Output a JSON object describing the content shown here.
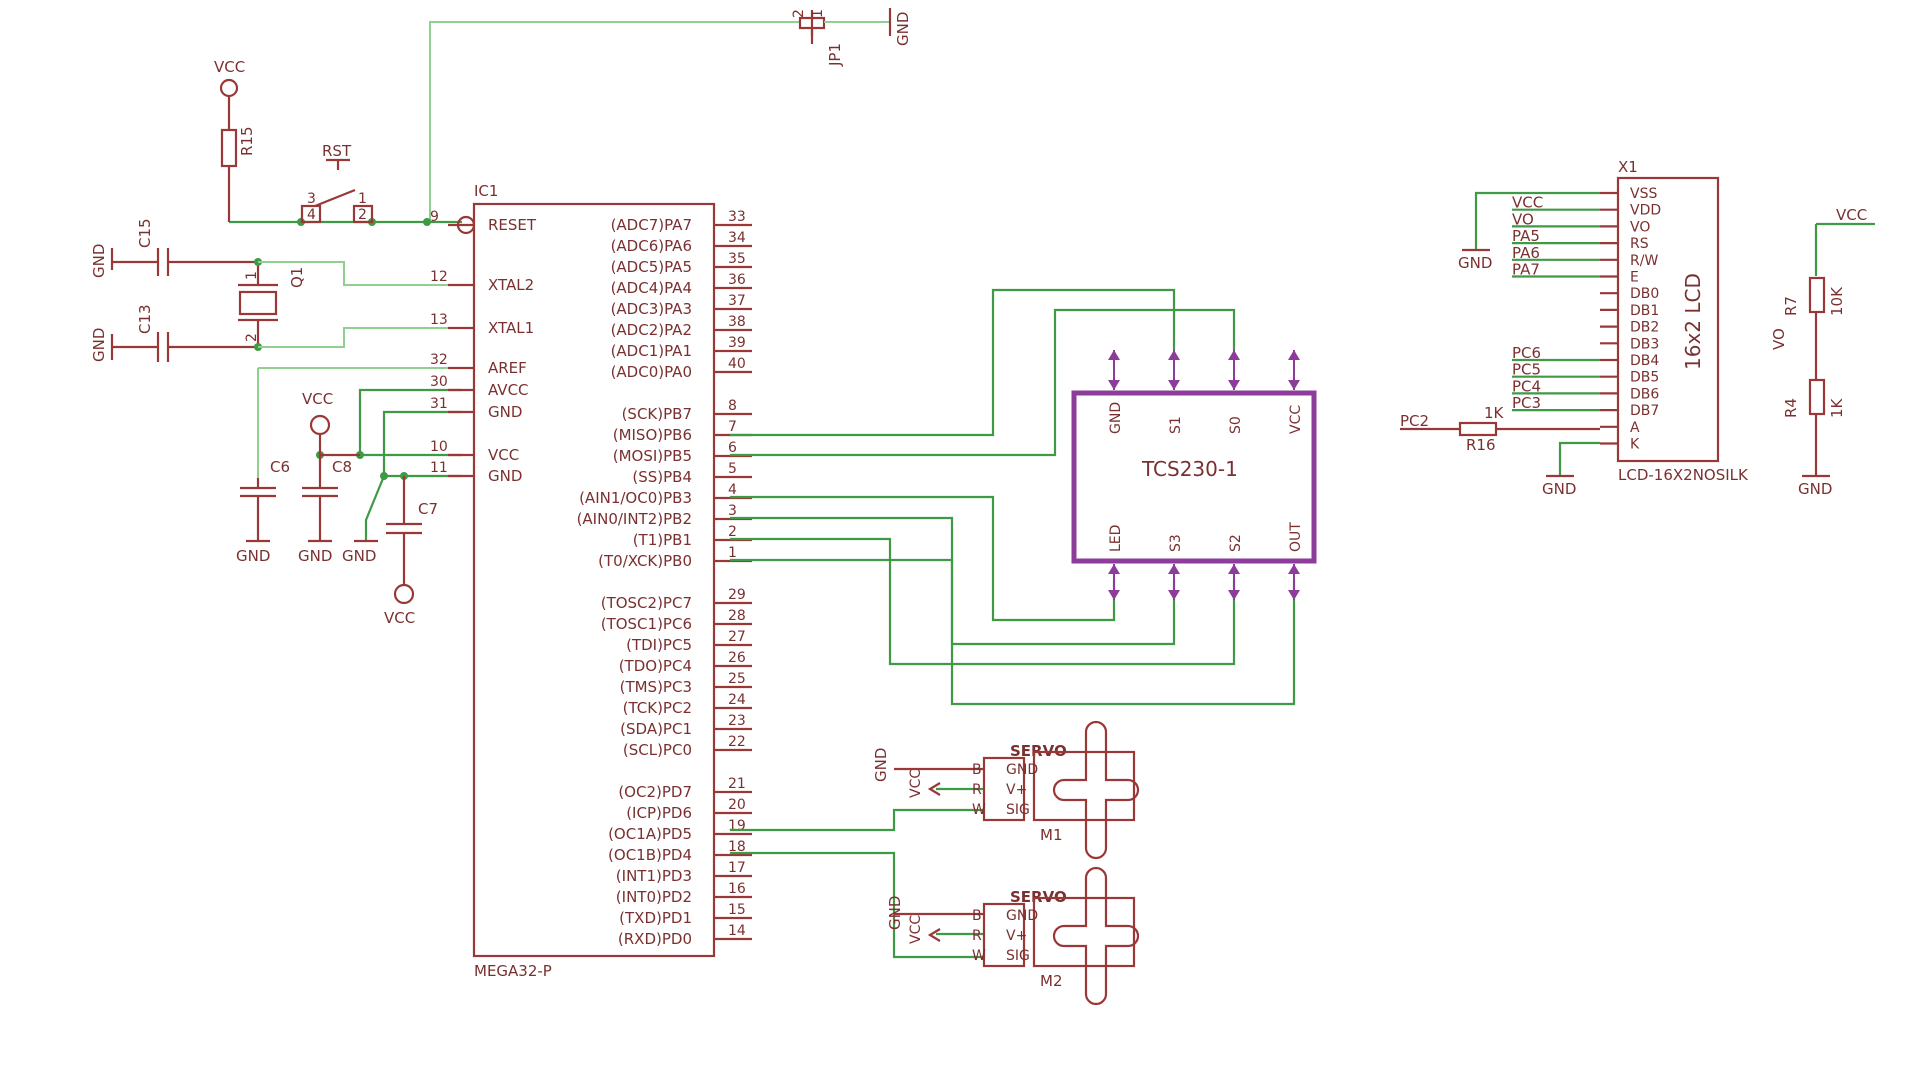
{
  "mcu": {
    "ref": "IC1",
    "part": "MEGA32-P",
    "left_pins": [
      {
        "num": "9",
        "name": "RESET"
      },
      {
        "num": "12",
        "name": "XTAL2"
      },
      {
        "num": "13",
        "name": "XTAL1"
      },
      {
        "num": "32",
        "name": "AREF"
      },
      {
        "num": "30",
        "name": "AVCC"
      },
      {
        "num": "31",
        "name": "GND"
      },
      {
        "num": "10",
        "name": "VCC"
      },
      {
        "num": "11",
        "name": "GND"
      }
    ],
    "right_pins": [
      {
        "num": "33",
        "name": "(ADC7)PA7"
      },
      {
        "num": "34",
        "name": "(ADC6)PA6"
      },
      {
        "num": "35",
        "name": "(ADC5)PA5"
      },
      {
        "num": "36",
        "name": "(ADC4)PA4"
      },
      {
        "num": "37",
        "name": "(ADC3)PA3"
      },
      {
        "num": "38",
        "name": "(ADC2)PA2"
      },
      {
        "num": "39",
        "name": "(ADC1)PA1"
      },
      {
        "num": "40",
        "name": "(ADC0)PA0"
      },
      {
        "num": "8",
        "name": "(SCK)PB7"
      },
      {
        "num": "7",
        "name": "(MISO)PB6"
      },
      {
        "num": "6",
        "name": "(MOSI)PB5"
      },
      {
        "num": "5",
        "name": "(SS)PB4"
      },
      {
        "num": "4",
        "name": "(AIN1/OC0)PB3"
      },
      {
        "num": "3",
        "name": "(AIN0/INT2)PB2"
      },
      {
        "num": "2",
        "name": "(T1)PB1"
      },
      {
        "num": "1",
        "name": "(T0/XCK)PB0"
      },
      {
        "num": "29",
        "name": "(TOSC2)PC7"
      },
      {
        "num": "28",
        "name": "(TOSC1)PC6"
      },
      {
        "num": "27",
        "name": "(TDI)PC5"
      },
      {
        "num": "26",
        "name": "(TDO)PC4"
      },
      {
        "num": "25",
        "name": "(TMS)PC3"
      },
      {
        "num": "24",
        "name": "(TCK)PC2"
      },
      {
        "num": "23",
        "name": "(SDA)PC1"
      },
      {
        "num": "22",
        "name": "(SCL)PC0"
      },
      {
        "num": "21",
        "name": "(OC2)PD7"
      },
      {
        "num": "20",
        "name": "(ICP)PD6"
      },
      {
        "num": "19",
        "name": "(OC1A)PD5"
      },
      {
        "num": "18",
        "name": "(OC1B)PD4"
      },
      {
        "num": "17",
        "name": "(INT1)PD3"
      },
      {
        "num": "16",
        "name": "(INT0)PD2"
      },
      {
        "num": "15",
        "name": "(TXD)PD1"
      },
      {
        "num": "14",
        "name": "(RXD)PD0"
      }
    ]
  },
  "passives": {
    "r15": "R15",
    "rst": "RST",
    "c15": "C15",
    "c13": "C13",
    "q1": "Q1",
    "c6": "C6",
    "c8": "C8",
    "c7": "C7",
    "jp1": "JP1",
    "jp1_pin1": "1",
    "jp1_pin2": "2",
    "sw_pin3": "3",
    "sw_pin4": "4",
    "sw_pin2": "2",
    "sw_pin1": "1",
    "q1_pin1": "1",
    "q1_pin2": "2"
  },
  "power": {
    "vcc": "VCC",
    "gnd": "GND"
  },
  "sensor": {
    "title": "TCS230-1",
    "top_pins": [
      "GND",
      "S1",
      "S0",
      "VCC"
    ],
    "bottom_pins": [
      "LED",
      "S3",
      "S2",
      "OUT"
    ]
  },
  "servos": [
    {
      "ref": "M1",
      "label": "SERVO",
      "pins": [
        "GND",
        "V+",
        "SIG"
      ],
      "pin_letters": [
        "B",
        "R",
        "W"
      ]
    },
    {
      "ref": "M2",
      "label": "SERVO",
      "pins": [
        "GND",
        "V+",
        "SIG"
      ],
      "pin_letters": [
        "B",
        "R",
        "W"
      ]
    }
  ],
  "lcd": {
    "ref": "X1",
    "title": "16x2 LCD",
    "part": "LCD-16X2NOSILK",
    "pins": [
      "VSS",
      "VDD",
      "VO",
      "RS",
      "R/W",
      "E",
      "DB0",
      "DB1",
      "DB2",
      "DB3",
      "DB4",
      "DB5",
      "DB6",
      "DB7",
      "A",
      "K"
    ],
    "nets": {
      "vcc": "VCC",
      "vo": "VO",
      "rs": "PA5",
      "rw": "PA6",
      "e": "PA7",
      "db4": "PC6",
      "db5": "PC5",
      "db6": "PC4",
      "db7": "PC3"
    },
    "r16": "R16",
    "r16_value": "1K",
    "pc2": "PC2"
  },
  "divider": {
    "r7": "R7",
    "r7_value": "10K",
    "r4": "R4",
    "r4_value": "1K",
    "vo": "VO"
  }
}
